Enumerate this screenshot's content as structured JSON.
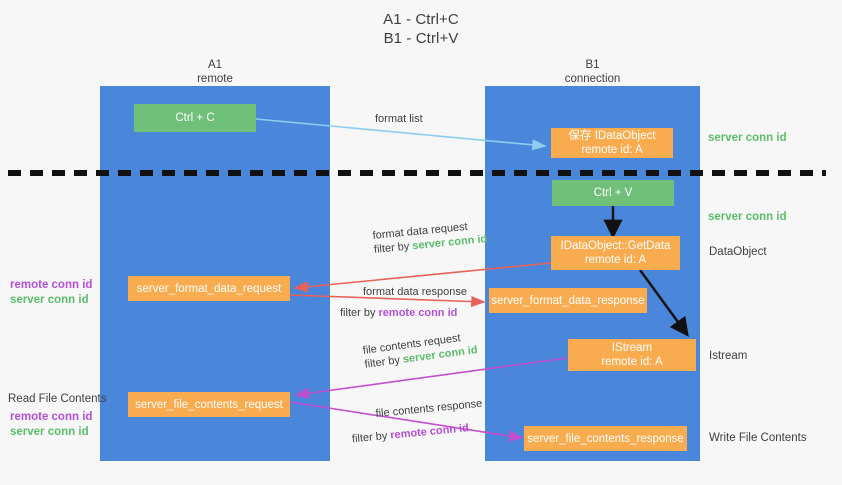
{
  "title": {
    "line1": "A1 - Ctrl+C",
    "line2": "B1 - Ctrl+V"
  },
  "columns": [
    {
      "name": "A1",
      "subtitle": "remote"
    },
    {
      "name": "B1",
      "subtitle": "connection"
    }
  ],
  "colors": {
    "lane": "#4a86da",
    "box_green": "#71c07a",
    "box_orange": "#f9ac4f",
    "arrow_blue": "#8ecdf0",
    "arrow_red": "#e8625a",
    "arrow_magenta": "#c24fd0",
    "arrow_black": "#111111",
    "text_green": "#5bbd6a",
    "text_purple": "#b350d6",
    "text_dark": "#3c4043",
    "background": "#f7f7f7"
  },
  "boxes": {
    "ctrl_c": {
      "label": "Ctrl + C"
    },
    "save_idataobject": {
      "line1": "保存 IDataObject",
      "line2": "remote id: A"
    },
    "ctrl_v": {
      "label": "Ctrl + V"
    },
    "getdata": {
      "line1": "IDataObject::GetData",
      "line2": "remote id: A"
    },
    "format_data_request": {
      "label": "server_format_data_request"
    },
    "format_data_response": {
      "label": "server_format_data_response"
    },
    "istream": {
      "line1": "IStream",
      "line2": "remote id: A"
    },
    "file_contents_request": {
      "label": "server_file_contents_request"
    },
    "file_contents_response": {
      "label": "server_file_contents_response"
    }
  },
  "right_labels": {
    "server_conn_id_1": "server conn id",
    "server_conn_id_2": "server conn id",
    "dataobject": "DataObject",
    "istream": "Istream",
    "write_file_contents": "Write File Contents"
  },
  "left_labels": {
    "remote_conn_id_1": "remote conn id",
    "server_conn_id_1": "server conn id",
    "read_file_contents": "Read File Contents",
    "remote_conn_id_2": "remote conn id",
    "server_conn_id_2": "server conn id"
  },
  "arrow_captions": {
    "format_list": "format list",
    "format_data_request": {
      "line1": "format data request",
      "filter_prefix": "filter by ",
      "filter_value": "server conn id"
    },
    "format_data_response": {
      "line1": "format data response",
      "filter_prefix": "filter by ",
      "filter_value": "remote conn id"
    },
    "file_contents_request": {
      "line1": "file contents request",
      "filter_prefix": "filter by ",
      "filter_value": "server conn id"
    },
    "file_contents_response": {
      "line1": "file contents response",
      "filter_prefix": "filter by ",
      "filter_value": "remote conn id"
    }
  }
}
